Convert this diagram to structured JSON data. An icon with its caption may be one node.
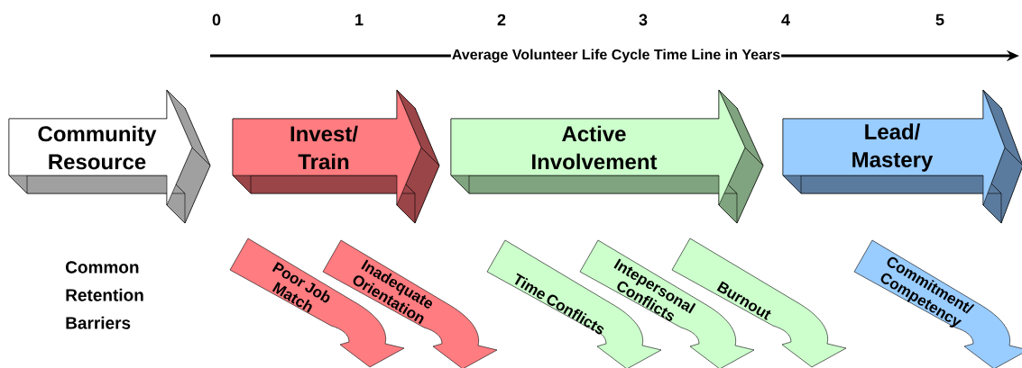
{
  "diagram": {
    "nodes": [
      {
        "text": [
          "Community Resource"
        ]
      },
      {
        "text": [
          "Invest/ Train"
        ]
      },
      {
        "text": [
          "Active Involvement"
        ]
      },
      {
        "text": [
          "Lead/ Mastery"
        ]
      },
      {
        "text": [
          "Poor Job Match"
        ]
      },
      {
        "text": [
          "Inadequate Orientation"
        ]
      },
      {
        "text": [
          "Time Conflicts"
        ]
      },
      {
        "text": [
          "Intepersonal Conflicts"
        ]
      },
      {
        "text": [
          "Burnout"
        ]
      },
      {
        "text": [
          "Commitment/ Competency"
        ]
      }
    ],
    "edges": [],
    "labels": [
      "0",
      "1",
      "2",
      "3",
      "4",
      "5",
      "Average Volunteer Life Cycle Time Line in Years",
      "Common Retention Barriers"
    ]
  }
}
